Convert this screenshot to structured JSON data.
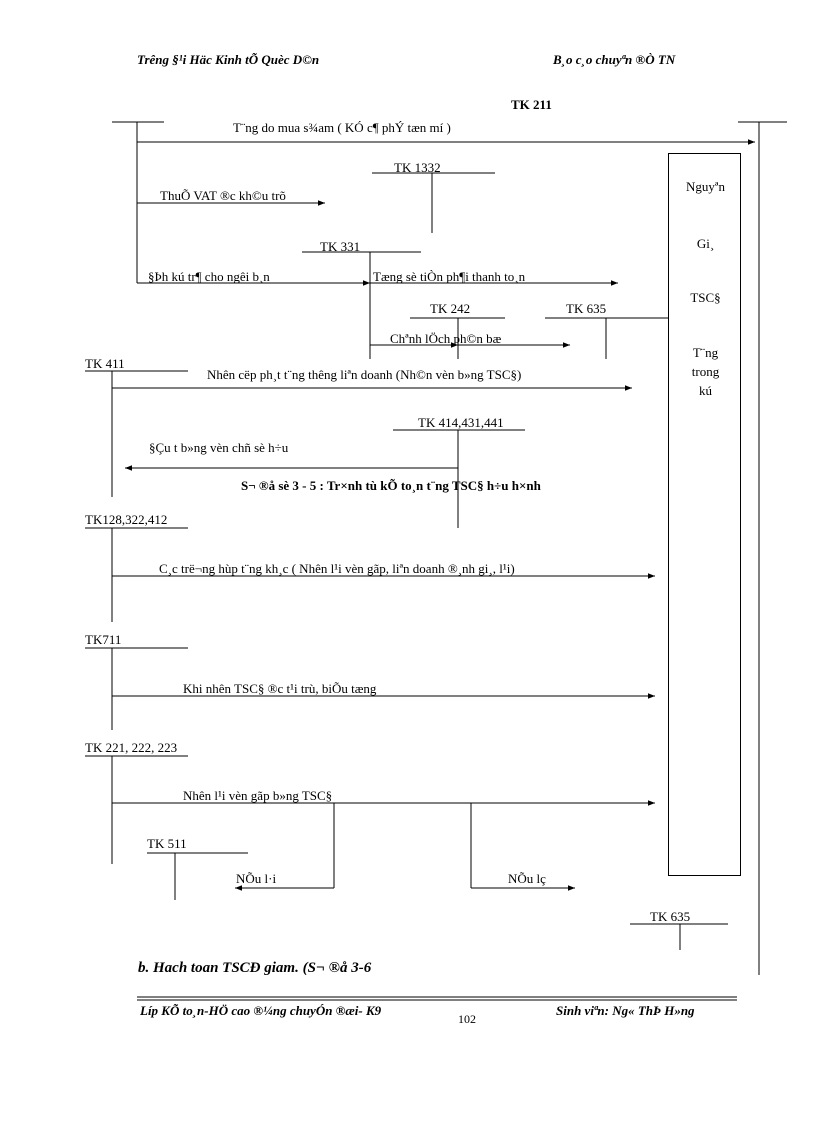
{
  "header": {
    "left": "Trêng  §¹i Häc Kinh tÕ Quèc D©n",
    "right": "B¸o c¸o chuyªn ®Ò TN"
  },
  "diagram": {
    "tk211": "TK 211",
    "box_lines": [
      "Nguyªn",
      "Gi¸",
      "TSC§",
      "T¨ng",
      "trong",
      "kú"
    ],
    "tk1332": "TK 1332",
    "tk331": "TK 331",
    "tk242": "TK 242",
    "tk635_top": "TK 635",
    "tk411": "TK 411",
    "tk414": "TK 414,431,441",
    "tk128": "TK128,322,412",
    "tk711": "TK711",
    "tk221": "TK 221, 222, 223",
    "tk511": "TK 511",
    "tk635_bottom": "TK 635",
    "lbl_mua_sam": "T¨ng do mua s¾am ( KÓ c¶ phÝ tæn mí )",
    "lbl_thue_vat": "ThuÕ VAT ®c kh©u trõ",
    "lbl_dinh_ky": "§Þh kú tr¶ cho ngêi b¸n",
    "lbl_tang_so_tien": "Tæng sè tiÒn ph¶i thanh to¸n",
    "lbl_chenh_lech": "Chªnh lÖch  ph©n bæ",
    "lbl_nhan_cap": "Nhên cëp ph¸t t¨ng thêng  liªn  doanh (Nh©n vèn b»ng TSC§)",
    "lbl_dau_tu": "§Çu t  b»ng vèn chñ sè h÷u",
    "caption": "S¬ ®å sè 3 - 5 : Tr×nh tù kÕ to¸n t¨ng TSC§  h÷u h×nh",
    "lbl_cac_truong_hop": "C¸c trë¬ng hùp t¨ng kh¸c ( Nhên l¹i vèn gãp, liªn  doanh ®¸nh gi¸, l¹i)",
    "lbl_khi_nhan": "Khi nhên TSC§ ®c  t¹i trù, biÕu tæng",
    "lbl_nhan_lai": "Nhên l¹i vèn gãp b»ng TSC§",
    "lbl_neu_lai": "NÕu l·i",
    "lbl_neu_lo": "NÕu lç"
  },
  "section_heading": "b. Hach toan TSCĐ giam. (S¬ ®å 3-6",
  "footer": {
    "left": "Líp KÕ to¸n-HÖ cao ®¼ng chuyÓn ®æi- K9",
    "page": "102",
    "right": "Sinh viªn: Ng« ThÞ H»ng"
  }
}
